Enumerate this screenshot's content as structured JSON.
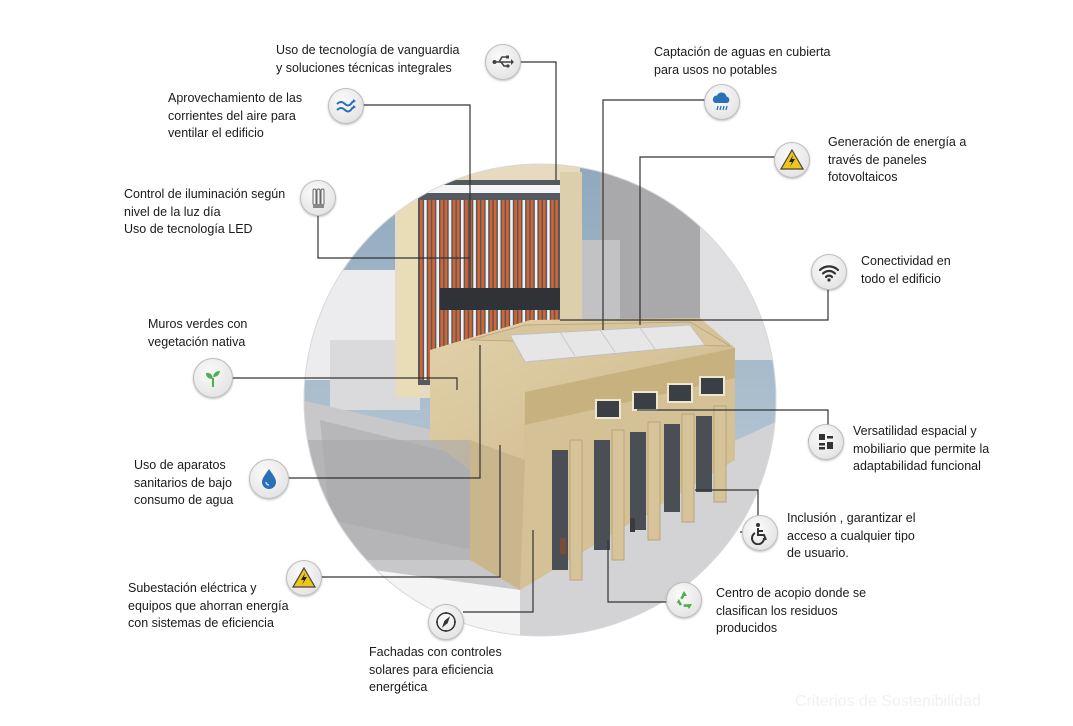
{
  "callouts": [
    {
      "id": "tech",
      "icon": "usb-icon",
      "text": "Uso de tecnología de vanguardia\ny soluciones  técnicas integrales"
    },
    {
      "id": "water-roof",
      "icon": "rain-cloud-icon",
      "text": "Captación de aguas en cubierta\npara usos no potables"
    },
    {
      "id": "air",
      "icon": "wind-arrows-icon",
      "text": "Aprovechamiento  de las\ncorrientes del aire  para\nventilar el edificio"
    },
    {
      "id": "solar",
      "icon": "high-voltage-warning-icon",
      "text": "Generación de energía a\ntravés de paneles\nfotovoltaicos"
    },
    {
      "id": "lighting",
      "icon": "led-tube-icon",
      "text": "Control de iluminación según\nnivel de la luz día\nUso de tecnología LED"
    },
    {
      "id": "wifi",
      "icon": "wifi-icon",
      "text": "Conectividad en\ntodo el edificio"
    },
    {
      "id": "green",
      "icon": "sprout-icon",
      "text": "Muros verdes con\nvegetación nativa"
    },
    {
      "id": "space",
      "icon": "modular-furniture-icon",
      "text": "Versatilidad espacial  y\nmobiliario que permite  la\nadaptabilidad funcional"
    },
    {
      "id": "sanitary",
      "icon": "water-drop-icon",
      "text": "Uso de aparatos\nsanitarios de bajo\nconsumo de agua"
    },
    {
      "id": "inclusion",
      "icon": "wheelchair-icon",
      "text": "Inclusión , garantizar el\nacceso a cualquier tipo\nde usuario."
    },
    {
      "id": "substation",
      "icon": "high-voltage-warning-icon",
      "text": "Subestación eléctrica y\nequipos que ahorran energía\ncon sistemas de eficiencia"
    },
    {
      "id": "recycling",
      "icon": "recycle-icon",
      "text": "Centro de acopio donde se\nclasifican los residuos\nproducidos"
    },
    {
      "id": "facades",
      "icon": "compass-icon",
      "text": "Fachadas con controles\nsolares para eficiencia\nenergética"
    }
  ],
  "watermark": "Criterios de Sostenibilidad",
  "colors": {
    "leader": "#333333",
    "sky": "#9fb6c8",
    "stone": "#d6c39a",
    "stone_dark": "#b9a57c",
    "louver_orange": "#d9632f",
    "louver_white": "#f0f0f0",
    "icon_blue": "#2a6fb8",
    "icon_yellow": "#f0c419",
    "icon_green": "#4caf50"
  }
}
